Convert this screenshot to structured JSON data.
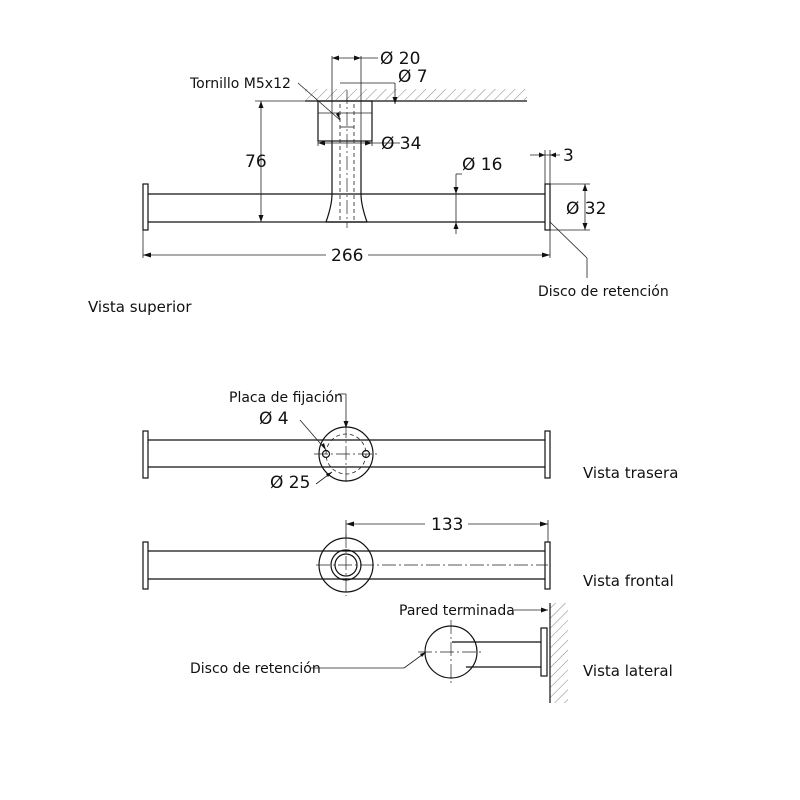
{
  "views": {
    "top": "Vista superior",
    "back": "Vista trasera",
    "front": "Vista frontal",
    "side": "Vista lateral"
  },
  "callouts": {
    "screw": "Tornillo M5x12",
    "retention_disc_top": "Disco de retención",
    "fixing_plate": "Placa de fijación",
    "finished_wall": "Pared terminada",
    "retention_disc_side": "Disco de retención"
  },
  "dimensions": {
    "d20": "Ø 20",
    "d7": "Ø 7",
    "d34": "Ø 34",
    "h76": "76",
    "d16": "Ø 16",
    "t3": "3",
    "d32": "Ø 32",
    "l266": "266",
    "d4": "Ø 4",
    "d25": "Ø 25",
    "l133": "133"
  }
}
